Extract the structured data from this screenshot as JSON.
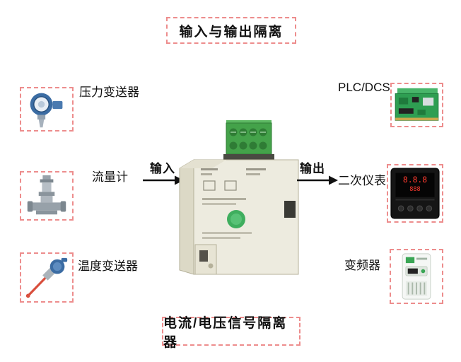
{
  "titles": {
    "top": "输入与输出隔离",
    "bottom": "电流/电压信号隔离器"
  },
  "flow": {
    "input_label": "输入",
    "output_label": "输出"
  },
  "left_items": [
    {
      "label": "压力变送器",
      "icon": "pressure-transmitter-icon"
    },
    {
      "label": "流量计",
      "icon": "flow-meter-icon"
    },
    {
      "label": "温度变送器",
      "icon": "temperature-transmitter-icon"
    }
  ],
  "right_items": [
    {
      "label": "PLC/DCS",
      "icon": "plc-dcs-board-icon"
    },
    {
      "label": "二次仪表",
      "icon": "digital-panel-meter-icon"
    },
    {
      "label": "变频器",
      "icon": "vfd-inverter-icon"
    }
  ],
  "center_device": {
    "name": "current-voltage-signal-isolator-module"
  },
  "colors": {
    "dashed_border": "#ed8d8d",
    "arrow": "#111111",
    "text": "#111111",
    "terminal_green": "#44a24a",
    "module_beige": "#edebdf",
    "pcb_green": "#2e9e52",
    "meter_red": "#ff3b2f"
  }
}
